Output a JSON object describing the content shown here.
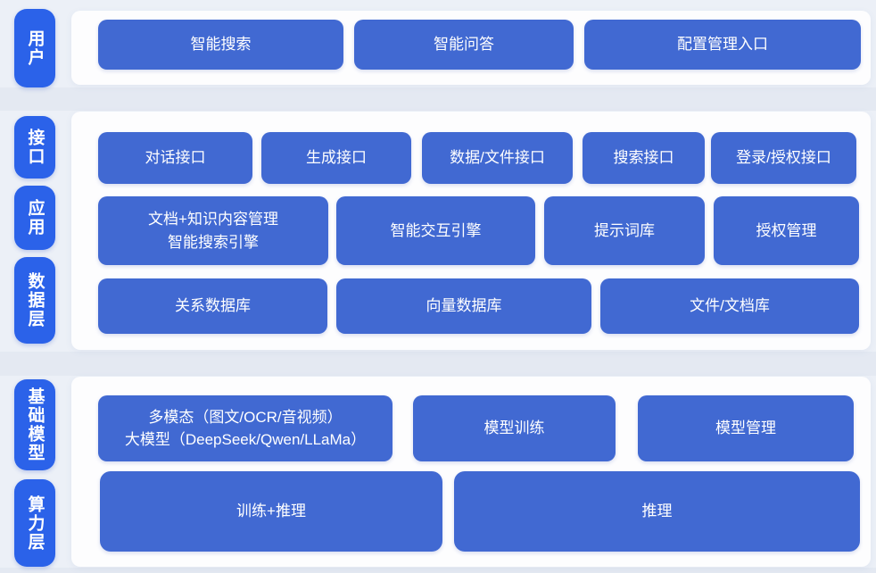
{
  "diagram": {
    "type": "layered-architecture",
    "language": "zh-CN",
    "layers": [
      {
        "side_label": "用户",
        "nodes": [
          "智能搜索",
          "智能问答",
          "配置管理入口"
        ]
      },
      {
        "side_label": "接口",
        "nodes": [
          "对话接口",
          "生成接口",
          "数据/文件接口",
          "搜索接口",
          "登录/授权接口"
        ]
      },
      {
        "side_label": "应用",
        "nodes": [
          "文档+知识内容管理\n智能搜索引擎",
          "智能交互引擎",
          "提示词库",
          "授权管理"
        ]
      },
      {
        "side_label": "数据层",
        "nodes": [
          "关系数据库",
          "向量数据库",
          "文件/文档库"
        ]
      },
      {
        "side_label": "基础模型",
        "nodes": [
          "多模态（图文/OCR/音视频）\n大模型（DeepSeek/Qwen/LLaMa）",
          "模型训练",
          "模型管理"
        ]
      },
      {
        "side_label": "算力层",
        "nodes": [
          "训练+推理",
          "推理"
        ]
      }
    ],
    "colors": {
      "node_blue": "#4169d2",
      "side_label_blue": "#2b62e9",
      "panel_background": "#fdfdfe",
      "page_background": "#ecf0f7",
      "text": "#ffffff"
    }
  }
}
